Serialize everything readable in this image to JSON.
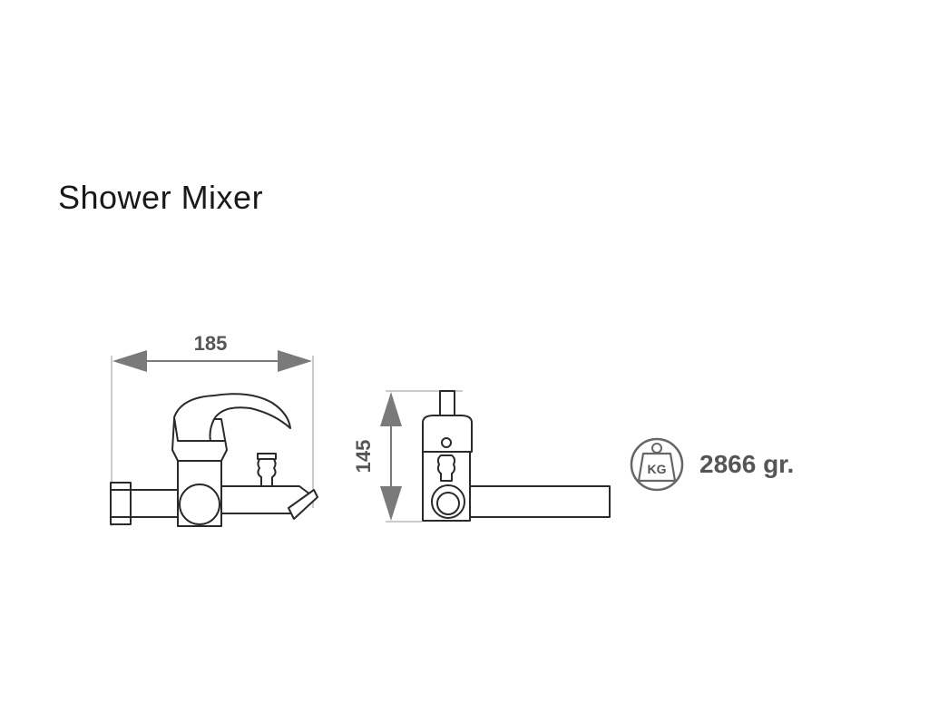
{
  "title": "Shower Mixer",
  "dimensions": {
    "width_label": "185",
    "height_label": "145"
  },
  "weight": {
    "icon_label": "KG",
    "value": "2866 gr."
  }
}
